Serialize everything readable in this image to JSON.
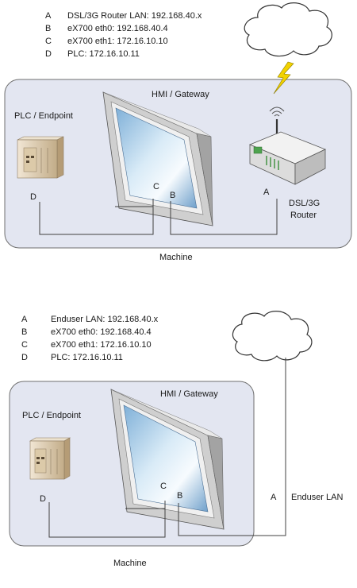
{
  "top": {
    "legend": [
      {
        "key": "A",
        "text": "DSL/3G Router LAN: 192.168.40.x"
      },
      {
        "key": "B",
        "text": "eX700 eth0: 192.168.40.4"
      },
      {
        "key": "C",
        "text": "eX700 eth1: 172.16.10.10"
      },
      {
        "key": "D",
        "text": "PLC: 172.16.10.11"
      }
    ],
    "plc_label": "PLC / Endpoint",
    "hmi_label": "HMI / Gateway",
    "router_label_1": "DSL/3G",
    "router_label_2": "Router",
    "port_a": "A",
    "port_b": "B",
    "port_c": "C",
    "port_d": "D",
    "machine_label": "Machine"
  },
  "bottom": {
    "legend": [
      {
        "key": "A",
        "text": "Enduser LAN: 192.168.40.x"
      },
      {
        "key": "B",
        "text": "eX700 eth0: 192.168.40.4"
      },
      {
        "key": "C",
        "text": "eX700 eth1: 172.16.10.10"
      },
      {
        "key": "D",
        "text": "PLC: 172.16.10.11"
      }
    ],
    "plc_label": "PLC / Endpoint",
    "hmi_label": "HMI / Gateway",
    "port_a": "A",
    "port_b": "B",
    "port_c": "C",
    "port_d": "D",
    "lan_label": "Enduser LAN",
    "machine_label": "Machine"
  },
  "colors": {
    "machine_fill": "#e3e6f1",
    "machine_stroke": "#6f6f6f",
    "cloud_fill": "#ffffff",
    "lightning": "#f2d200",
    "wire": "#404040"
  }
}
